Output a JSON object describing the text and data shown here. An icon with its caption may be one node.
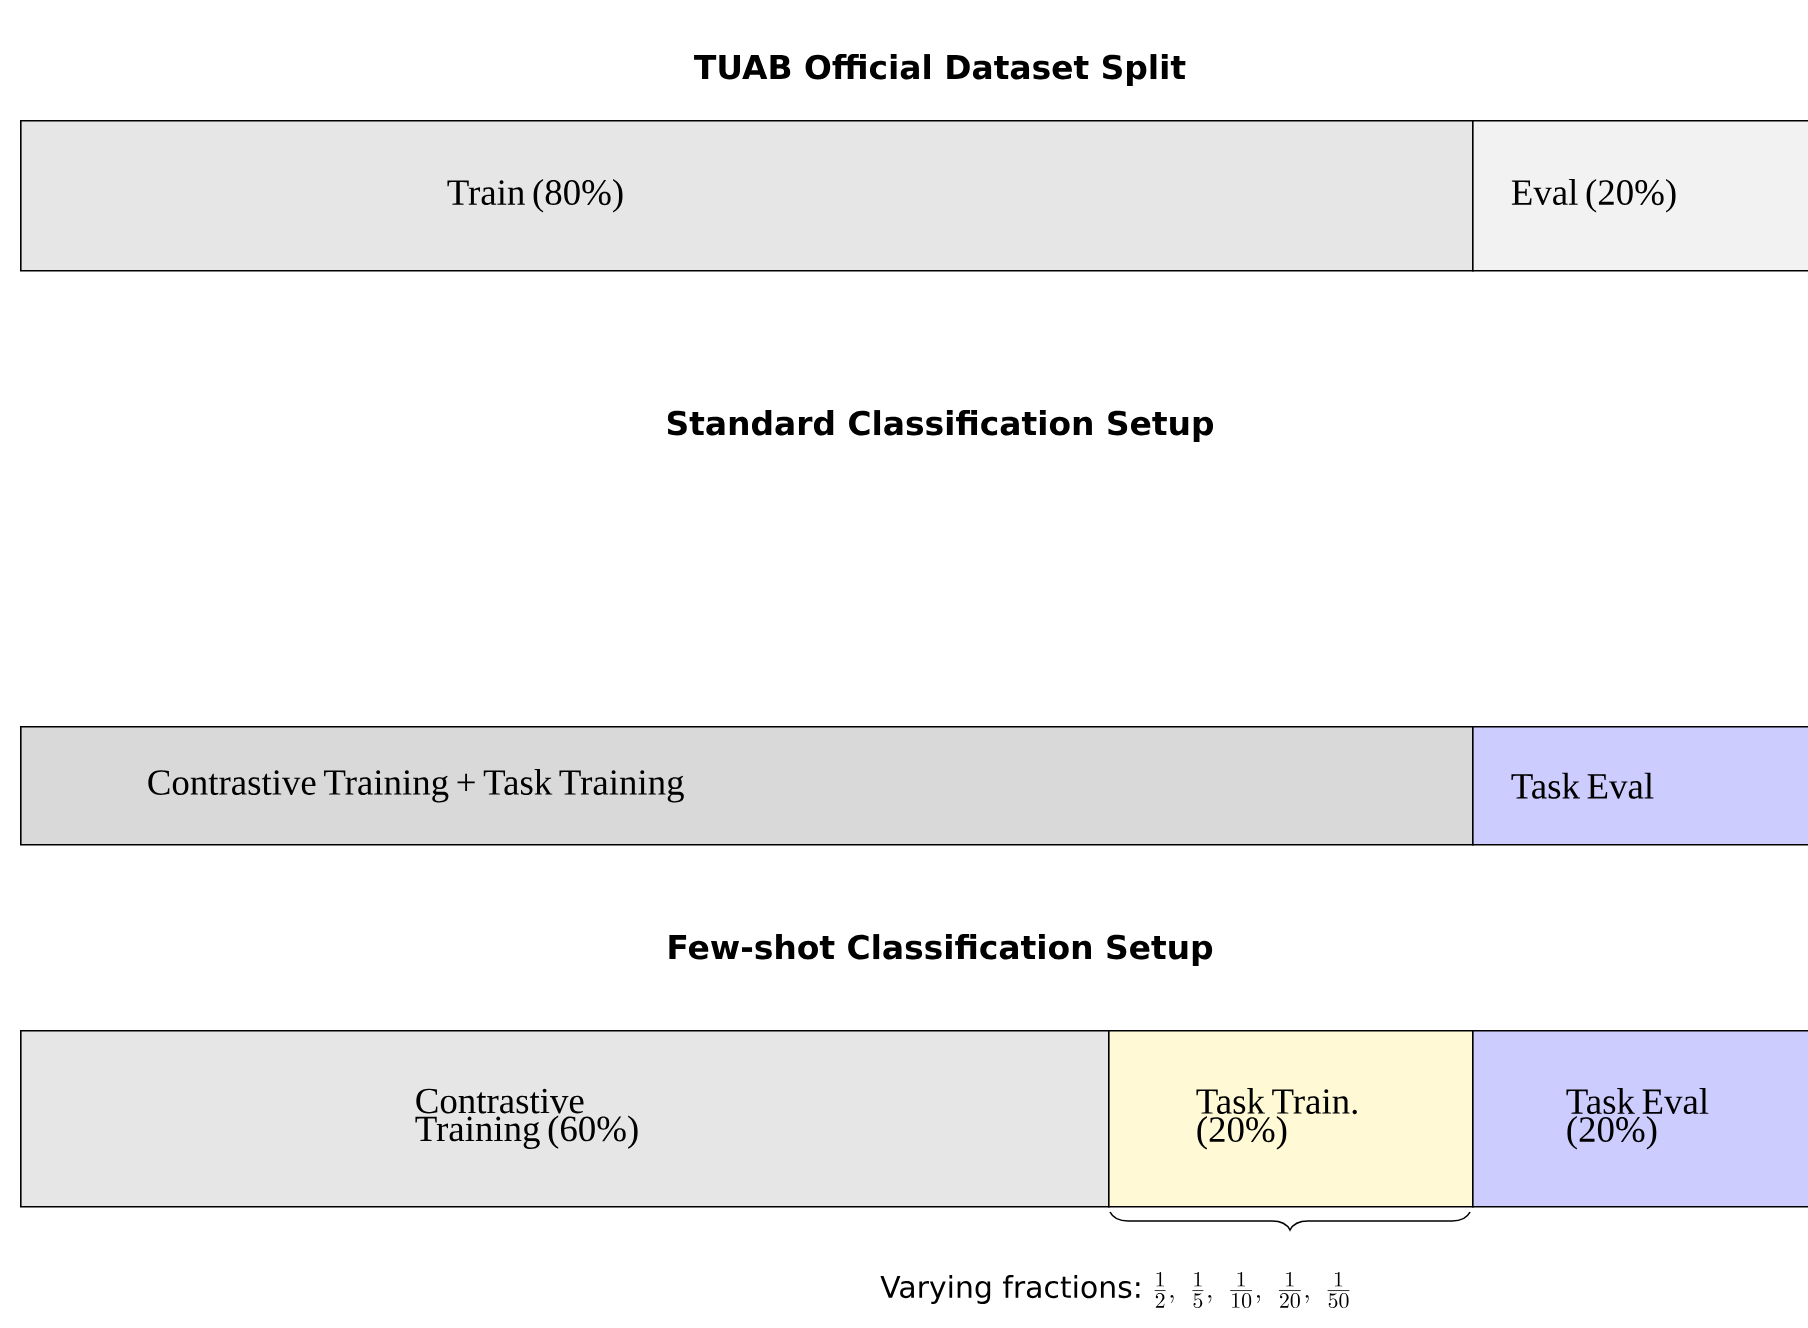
{
  "diagram": {
    "title": "TUAB Official Dataset Split",
    "nodes": [
      {
        "text": [
          "Train (80%)"
        ]
      },
      {
        "text": [
          "Eval (20%)"
        ]
      },
      {
        "text": [
          "Contrastive Training + Task Training"
        ]
      },
      {
        "text": [
          "Task Eval"
        ]
      },
      {
        "text": [
          "Contrastive Training (60%)"
        ]
      },
      {
        "text": [
          "Task Train. (20%)"
        ],
        "beside": [
          "Varying fractions:",
          "\\frac{1}{2},\\ \\frac{1}{5},\\ \\frac{1}{10},\\ \\frac{1}{20},\\ \\frac{1}{50}"
        ]
      },
      {
        "text": [
          "Task Eval (20%)"
        ]
      }
    ],
    "labels": [
      "Standard Classification Setup",
      "Few-shot Classification Setup"
    ]
  }
}
